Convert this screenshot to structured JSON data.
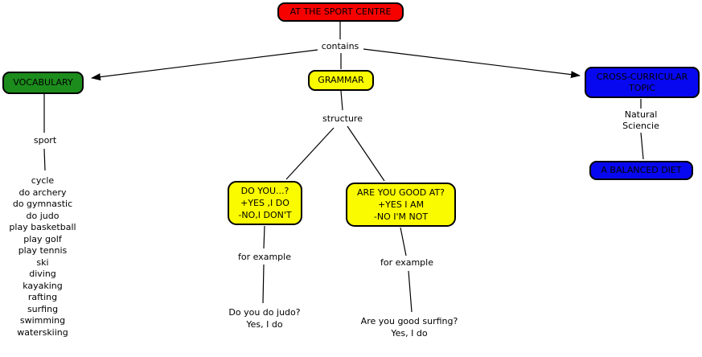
{
  "nodes": {
    "root": {
      "label": "AT THE SPORT CENTRE",
      "color": "#f60000"
    },
    "vocabulary": {
      "label": "VOCABULARY",
      "color": "#1c8c1c"
    },
    "grammar": {
      "label": "GRAMMAR",
      "color": "#fbfb00"
    },
    "cross_curricular": {
      "label": "CROSS-CURRICULAR TOPIC",
      "color": "#0808f0"
    },
    "do_you": {
      "line1": "DO YOU...?",
      "line2": "+YES ,I DO",
      "line3": "-NO,I DON'T",
      "color": "#fbfb00"
    },
    "are_you": {
      "line1": "ARE YOU GOOD AT?",
      "line2": "+YES I AM",
      "line3": "-NO I'M NOT",
      "color": "#fbfb00"
    },
    "balanced_diet": {
      "label": "A BALANCED DIET",
      "color": "#0808f0"
    }
  },
  "edge_labels": {
    "contains": "contains",
    "sport": "sport",
    "structure": "structure",
    "for_example_left": "for example",
    "for_example_right": "for example"
  },
  "texts": {
    "sport_list": [
      "cycle",
      "do archery",
      "do gymnastic",
      "do judo",
      "play basketball",
      "play golf",
      "play tennis",
      "ski",
      "diving",
      "kayaking",
      "rafting",
      "surfing",
      "swimming",
      "waterskiing"
    ],
    "example_left": {
      "line1": "Do you do judo?",
      "line2": "Yes, I do"
    },
    "example_right": {
      "line1": "Are you good surfing?",
      "line2": "Yes, I do"
    },
    "cross_topic_subject": {
      "line1": "Natural",
      "line2": "Sciencie"
    }
  },
  "line_color": "#000000"
}
